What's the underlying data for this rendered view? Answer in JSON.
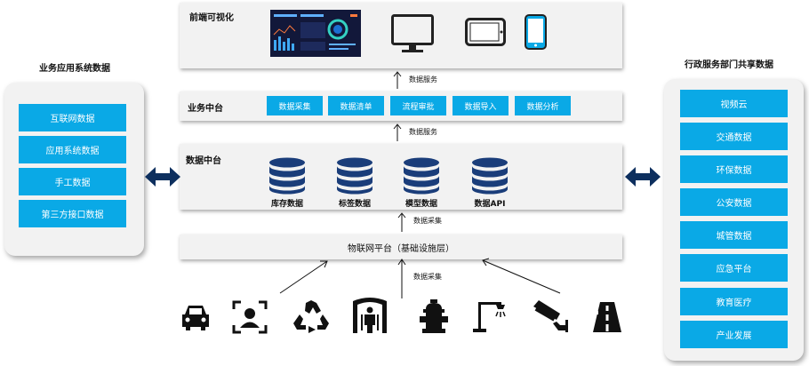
{
  "left": {
    "title": "业务应用系统数据",
    "items": [
      "互联网数据",
      "应用系统数据",
      "手工数据",
      "第三方接口数据"
    ]
  },
  "right": {
    "title": "行政服务部门共享数据",
    "items": [
      "视频云",
      "交通数据",
      "环保数据",
      "公安数据",
      "城管数据",
      "应急平台",
      "教育医疗",
      "产业发展"
    ]
  },
  "frontend": {
    "label": "前端可视化"
  },
  "business": {
    "label": "业务中台",
    "functions": [
      "数据采集",
      "数据清单",
      "流程审批",
      "数据导入",
      "数据分析"
    ]
  },
  "data_platform": {
    "label": "数据中台",
    "databases": [
      "库存数据",
      "标签数据",
      "模型数据",
      "数据API"
    ]
  },
  "iot": {
    "label": "物联网平台（基础设施层）"
  },
  "arrows": {
    "service_top": "数据服务",
    "service_mid": "数据服务",
    "collect_mid": "数据采集",
    "collect_bottom": "数据采集"
  },
  "devices": [
    "car-icon",
    "face-recognition-icon",
    "recycle-icon",
    "security-gate-icon",
    "fire-hydrant-icon",
    "street-light-icon",
    "surveillance-camera-icon",
    "road-icon"
  ],
  "colors": {
    "accent": "#0aa9e6",
    "db": "#1a3d7a",
    "arrow": "#0d2f5e"
  }
}
